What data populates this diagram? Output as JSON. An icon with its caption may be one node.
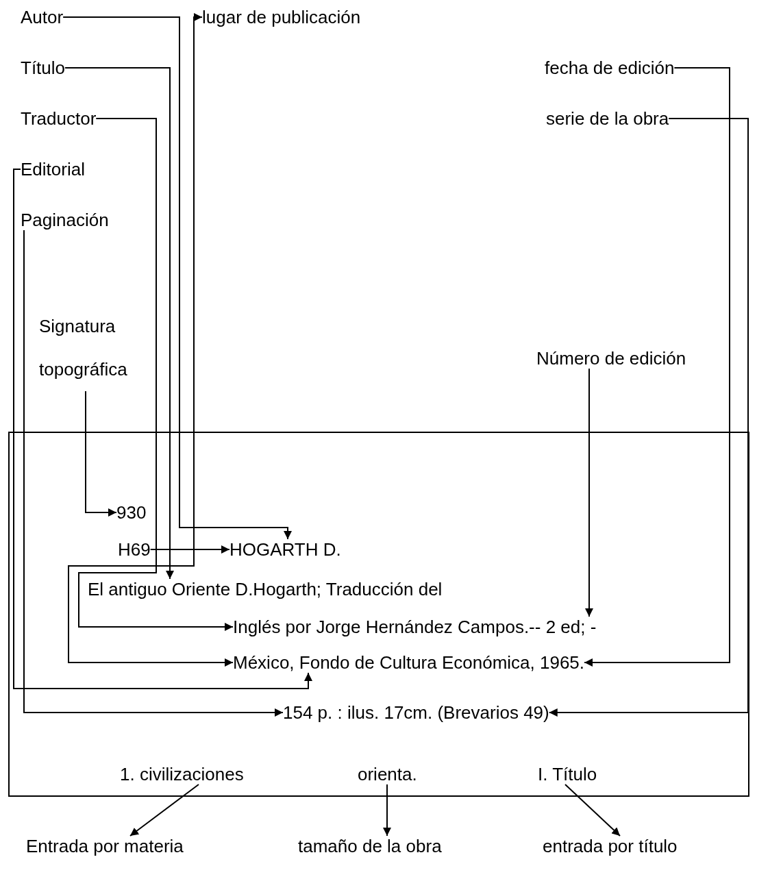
{
  "diagram": {
    "nodes": [
      {
        "text": [
          "Autor"
        ]
      },
      {
        "text": [
          "lugar de publicación"
        ]
      },
      {
        "text": [
          "Título"
        ]
      },
      {
        "text": [
          "fecha de edición"
        ]
      },
      {
        "text": [
          "Traductor"
        ]
      },
      {
        "text": [
          "serie de la obra"
        ]
      },
      {
        "text": [
          "Editorial"
        ]
      },
      {
        "text": [
          "Paginación"
        ]
      },
      {
        "text": [
          "Signatura topográfica"
        ]
      },
      {
        "text": [
          "Número de edición"
        ]
      },
      {
        "text": [],
        "shape": "box"
      },
      {
        "text": [
          "930"
        ],
        "in": 10
      },
      {
        "text": [
          "H69"
        ],
        "in": 10
      },
      {
        "text": [
          "HOGARTH D."
        ],
        "in": 10
      },
      {
        "text": [
          "El antiguo Oriente D.Hogarth; Traducción del"
        ],
        "in": 10
      },
      {
        "text": [
          "Inglés por Jorge Hernández Campos.-- 2 ed; -"
        ],
        "in": 10
      },
      {
        "text": [
          "México, Fondo de Cultura Económica, 1965."
        ],
        "in": 10
      },
      {
        "text": [
          "154 p. : ilus. 17cm. (Brevarios 49)"
        ],
        "in": 10
      },
      {
        "text": [
          "1. civilizaciones"
        ],
        "in": 10
      },
      {
        "text": [
          "orienta."
        ],
        "in": 10
      },
      {
        "text": [
          "I. Título"
        ],
        "in": 10
      },
      {
        "text": [
          "Entrada por materia"
        ]
      },
      {
        "text": [
          "tamaño de la obra"
        ]
      },
      {
        "text": [
          "entrada por título"
        ]
      }
    ],
    "edges": [
      {
        "from": 0,
        "to": 13,
        "arrow": "to"
      },
      {
        "from": 1,
        "to": 16,
        "arrow": "both"
      },
      {
        "from": 2,
        "to": 14,
        "arrow": "to"
      },
      {
        "from": 3,
        "to": 16,
        "arrow": "to"
      },
      {
        "from": 4,
        "to": 15,
        "arrow": "to"
      },
      {
        "from": 5,
        "to": 17,
        "arrow": "to"
      },
      {
        "from": 6,
        "to": 16,
        "arrow": "to"
      },
      {
        "from": 7,
        "to": 17,
        "arrow": "to"
      },
      {
        "from": 8,
        "to": 11,
        "arrow": "to"
      },
      {
        "from": 9,
        "to": 15,
        "arrow": "to"
      },
      {
        "from": 12,
        "to": 13,
        "arrow": "to"
      },
      {
        "from": 18,
        "to": 21,
        "arrow": "to"
      },
      {
        "from": 19,
        "to": 22,
        "arrow": "to"
      },
      {
        "from": 20,
        "to": 23,
        "arrow": "to"
      }
    ]
  }
}
